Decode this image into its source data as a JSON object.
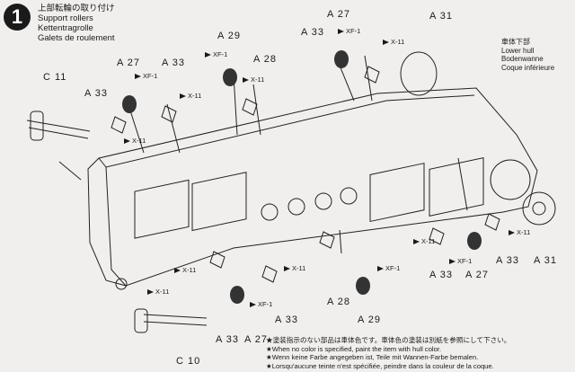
{
  "step": {
    "number": "1"
  },
  "title": {
    "japanese": "上部転輪の取り付け",
    "english": "Support rollers",
    "german": "Kettentragrolle",
    "french": "Galets de roulement"
  },
  "hull": {
    "part": "A 31",
    "japanese": "車体下部",
    "english": "Lower hull",
    "german": "Bodenwanne",
    "french": "Coque inférieure"
  },
  "labels": {
    "a27_top": "A 27",
    "a33_top": "A 33",
    "a29_top": "A 29",
    "a28_top": "A 28",
    "a27_left": "A 27",
    "a33_left_top": "A 33",
    "c11": "C 11",
    "a33_left_mid": "A 33",
    "a33_right": "A 33",
    "a31_right": "A 31",
    "a28_bottom": "A 28",
    "a29_bottom": "A 29",
    "a33_bottom_right": "A 33",
    "a27_bottom_right": "A 27",
    "a33_bottom_mid": "A 33",
    "a33_bottom_left": "A 33",
    "a27_bottom_left": "A 27",
    "c10": "C 10"
  },
  "paints": {
    "xf1_a": "XF-1",
    "x11_a": "X-11",
    "xf1_b": "XF-1",
    "x11_b": "X-11",
    "xf1_c": "XF-1",
    "x11_c": "X-11",
    "x11_d": "X-11",
    "x11_e": "X-11",
    "x11_f": "X-11",
    "xf1_d": "XF-1",
    "x11_g": "X-11",
    "xf1_e": "XF-1",
    "x11_h": "X-11",
    "x11_i": "X-11",
    "xf1_f": "XF-1"
  },
  "notes": [
    "★塗装指示のない部品は車体色です。車体色の塗装は別紙を参照にして下さい。",
    "★When no color is specified, paint the item with hull color.",
    "★Wenn keine Farbe angegeben ist, Teile mit Wannen-Farbe bemalen.",
    "★Lorsqu'aucune teinte n'est spécifiée, peindre dans la couleur de la coque."
  ]
}
